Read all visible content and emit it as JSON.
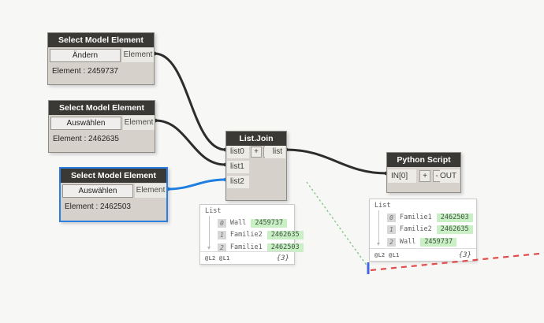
{
  "colors": {
    "background": "#f7f7f6",
    "node_header": "#3b3936",
    "node_body": "#d6d2cb",
    "selection_blue": "#2a7fe0",
    "wire_dark": "#2d2d2d",
    "value_highlight_green": "#c9f0c5",
    "guide_green": "#7cc47c",
    "guide_red": "#e14b4b"
  },
  "nodes": {
    "select1": {
      "title": "Select Model Element",
      "button_label": "Ändern",
      "output_port": "Element",
      "status": "Element : 2459737"
    },
    "select2": {
      "title": "Select Model Element",
      "button_label": "Auswählen",
      "output_port": "Element",
      "status": "Element : 2462635"
    },
    "select3": {
      "title": "Select Model Element",
      "button_label": "Auswählen",
      "output_port": "Element",
      "status": "Element : 2462503"
    },
    "list_join": {
      "title": "List.Join",
      "input_ports": [
        "list0",
        "list1",
        "list2"
      ],
      "add_button": "+",
      "remove_button": "-",
      "output_port": "list"
    },
    "python_script": {
      "title": "Python Script",
      "input_port": "IN[0]",
      "add_button": "+",
      "remove_button": "-",
      "output_port": "OUT"
    }
  },
  "previews": {
    "list_join": {
      "root_label": "List",
      "rows": [
        {
          "index": "0",
          "label": "Wall",
          "value": "2459737"
        },
        {
          "index": "1",
          "label": "Familie2",
          "value": "2462635"
        },
        {
          "index": "2",
          "label": "Familie1",
          "value": "2462503"
        }
      ],
      "lacing": "@L2 @L1",
      "count": "{3}"
    },
    "python_script": {
      "root_label": "List",
      "rows": [
        {
          "index": "0",
          "label": "Familie1",
          "value": "2462503"
        },
        {
          "index": "1",
          "label": "Familie2",
          "value": "2462635"
        },
        {
          "index": "2",
          "label": "Wall",
          "value": "2459737"
        }
      ],
      "lacing": "@L2 @L1",
      "count": "{3}"
    }
  }
}
